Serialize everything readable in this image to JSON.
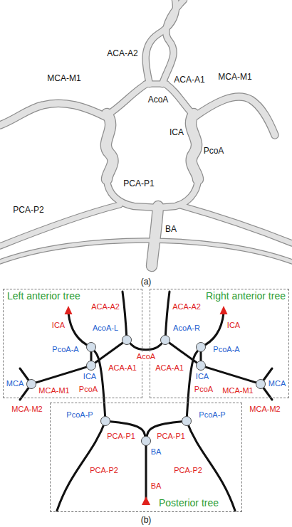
{
  "diagram": {
    "nodes": [
      {
        "text": [
          "Left anterior tree"
        ]
      },
      {
        "text": [
          "AcoA-L"
        ],
        "in": 0
      },
      {
        "text": [
          "PcoA-A"
        ],
        "in": 0
      },
      {
        "text": [
          "ICA"
        ],
        "in": 0
      },
      {
        "text": [
          "MCA"
        ],
        "in": 0
      },
      {
        "text": [
          "Right anterior tree"
        ]
      },
      {
        "text": [
          "AcoA-R"
        ],
        "in": 5
      },
      {
        "text": [
          "PcoA-A"
        ],
        "in": 5
      },
      {
        "text": [
          "ICA"
        ],
        "in": 5
      },
      {
        "text": [
          "MCA"
        ],
        "in": 5
      },
      {
        "text": [
          "Posterior tree"
        ]
      },
      {
        "text": [
          "PcoA-P"
        ],
        "in": 10
      },
      {
        "text": [
          "BA"
        ],
        "in": 10
      },
      {
        "text": [
          "PcoA-P"
        ],
        "in": 10
      }
    ],
    "edges": [
      {
        "from": 1,
        "to": 6,
        "arrow": "none",
        "label": "AcoA"
      },
      {
        "from": 1,
        "to": 3,
        "arrow": "none",
        "label": "ACA-A1"
      },
      {
        "from": 2,
        "to": 3,
        "arrow": "none"
      },
      {
        "from": 3,
        "to": 4,
        "arrow": "none",
        "label": "MCA-M1"
      },
      {
        "from": 2,
        "to": 11,
        "arrow": "none",
        "label": "PcoA"
      },
      {
        "from": 6,
        "to": 8,
        "arrow": "none",
        "label": "ACA-A1"
      },
      {
        "from": 7,
        "to": 8,
        "arrow": "none"
      },
      {
        "from": 8,
        "to": 9,
        "arrow": "none",
        "label": "MCA-M1"
      },
      {
        "from": 7,
        "to": 13,
        "arrow": "none",
        "label": "PcoA"
      },
      {
        "from": 11,
        "to": 12,
        "arrow": "none",
        "label": "PCA-P1"
      },
      {
        "from": 13,
        "to": 12,
        "arrow": "none",
        "label": "PCA-P1"
      }
    ],
    "labels": [
      "ACA-A2",
      "MCA-M1",
      "AcoA",
      "ACA-A1",
      "MCA-M1",
      "ICA",
      "PcoA",
      "PCA-P1",
      "PCA-P2",
      "BA",
      "(a)",
      "ACA-A2",
      "ICA",
      "MCA-M2",
      "ACA-A2",
      "ICA",
      "MCA-M2",
      "PCA-P2",
      "PCA-P2",
      "BA",
      "(b)"
    ]
  }
}
